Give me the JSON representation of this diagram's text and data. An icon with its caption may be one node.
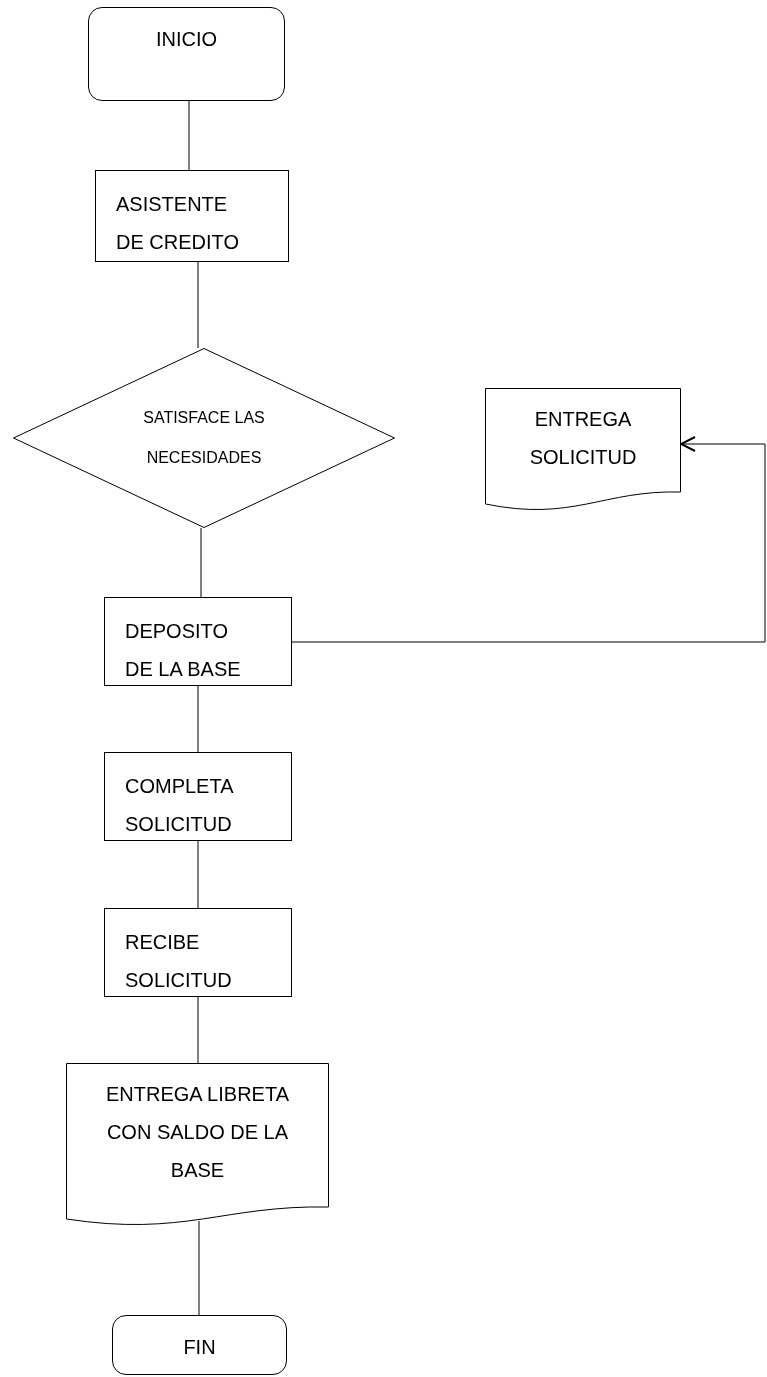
{
  "diagram": {
    "nodes": [
      {
        "text": [
          "INICIO"
        ]
      },
      {
        "text": [
          "ASISTENTE DE CREDITO"
        ]
      },
      {
        "text": [
          "SATISFACE LAS NECESIDADES"
        ]
      },
      {
        "text": [
          "ENTREGA SOLICITUD"
        ]
      },
      {
        "text": [
          "DEPOSITO DE LA BASE"
        ]
      },
      {
        "text": [
          "COMPLETA SOLICITUD"
        ]
      },
      {
        "text": [
          "RECIBE SOLICITUD"
        ]
      },
      {
        "text": [
          "ENTREGA LIBRETA CON SALDO DE LA BASE"
        ]
      },
      {
        "text": [
          "FIN"
        ]
      }
    ],
    "edges": [
      {
        "from": 0,
        "to": 1,
        "arrow": "none"
      },
      {
        "from": 1,
        "to": 2,
        "arrow": "none"
      },
      {
        "from": 2,
        "to": 4,
        "arrow": "none"
      },
      {
        "from": 4,
        "to": 3,
        "arrow": "to"
      },
      {
        "from": 4,
        "to": 5,
        "arrow": "none"
      },
      {
        "from": 5,
        "to": 6,
        "arrow": "none"
      },
      {
        "from": 6,
        "to": 7,
        "arrow": "none"
      },
      {
        "from": 7,
        "to": 8,
        "arrow": "none"
      }
    ]
  }
}
